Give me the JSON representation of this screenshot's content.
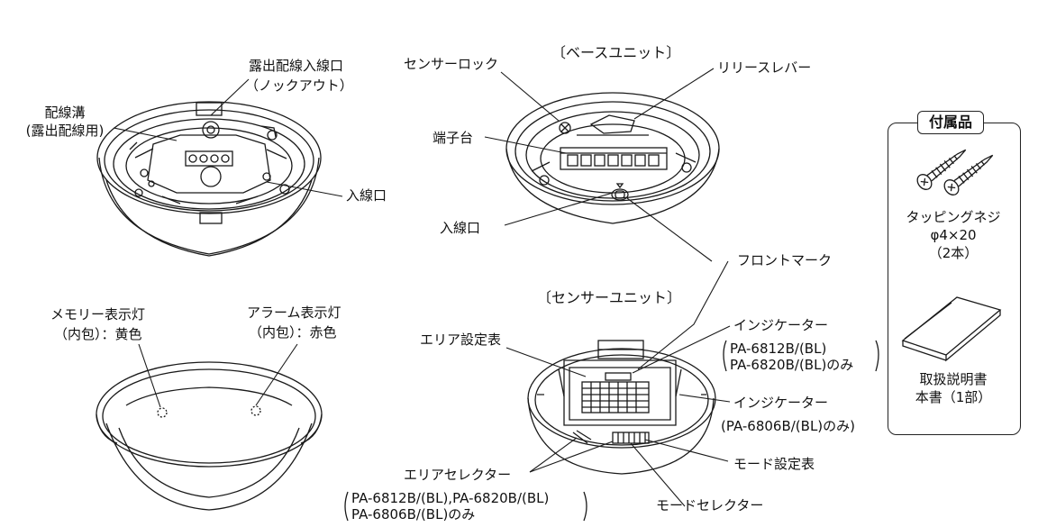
{
  "labels": {
    "roshutsu": "露出配線入線口",
    "knockout": "（ノックアウト）",
    "haisenko": "配線溝",
    "haisenko_sub": "(露出配線用)",
    "nyusenko_left": "入線口",
    "sensor_lock": "センサーロック",
    "base_unit": "〔ベースユニット〕",
    "release_lever": "リリースレバー",
    "tanshidai": "端子台",
    "nyusenko_base": "入線口",
    "front_mark": "フロントマーク",
    "sensor_unit": "〔センサーユニット〕",
    "memory_lamp": "メモリー表示灯",
    "memory_lamp_sub": "（内包）：黄色",
    "alarm_lamp": "アラーム表示灯",
    "alarm_lamp_sub": "（内包）：赤色",
    "area_table": "エリア設定表",
    "indicator1": "インジケーター",
    "indicator1_model_a": "PA-6812B/(BL)",
    "indicator1_model_b": "PA-6820B/(BL)のみ",
    "indicator2": "インジケーター",
    "indicator2_model": "(PA-6806B/(BL)のみ)",
    "mode_table": "モード設定表",
    "area_selector": "エリアセレクター",
    "area_selector_model_a": "PA-6812B/(BL),PA-6820B/(BL)",
    "area_selector_model_b": "PA-6806B/(BL)のみ",
    "mode_selector": "モードセレクター"
  },
  "accessories": {
    "title": "付属品",
    "screw_name": "タッピングネジ",
    "screw_size": "φ4×20",
    "screw_qty": "（2本）",
    "manual_name": "取扱説明書",
    "manual_qty": "本書（1部）"
  }
}
